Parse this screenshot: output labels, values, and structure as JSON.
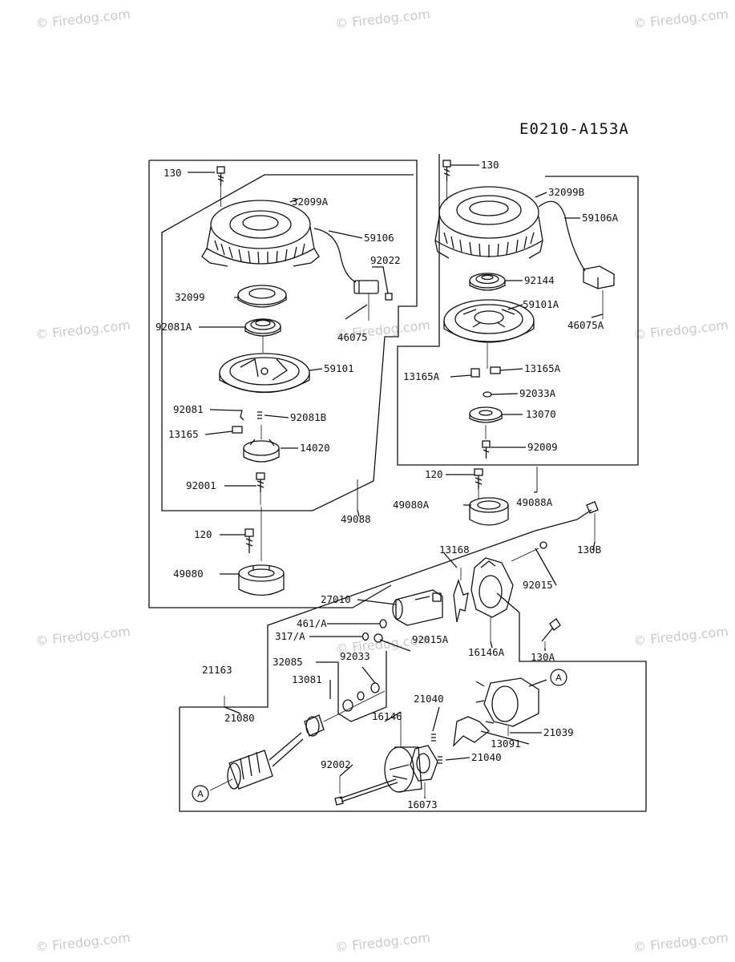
{
  "diagram": {
    "code": "E0210-A153A",
    "watermark": "© Firedog.com",
    "callout_marker": "A",
    "labels": {
      "l130": "130",
      "l32099A": "32099A",
      "l59106": "59106",
      "l92022": "92022",
      "l32099": "32099",
      "l46075": "46075",
      "l92081A": "92081A",
      "l59101": "59101",
      "l92081": "92081",
      "l92081B": "92081B",
      "l13165": "13165",
      "l14020": "14020",
      "l92001": "92001",
      "l49088": "49088",
      "l120": "120",
      "l49080": "49080",
      "r130": "130",
      "l32099B": "32099B",
      "l59106A": "59106A",
      "l92144": "92144",
      "l59101A": "59101A",
      "l46075A": "46075A",
      "l13165A_left": "13165A",
      "l13165A_right": "13165A",
      "l92033A": "92033A",
      "l13070": "13070",
      "l92009": "92009",
      "r120": "120",
      "l49080A": "49080A",
      "l49088A": "49088A",
      "l130B": "130B",
      "l13168": "13168",
      "l27010": "27010",
      "l92015": "92015",
      "l461A": "461/A",
      "l317A": "317/A",
      "l92015A": "92015A",
      "l16146A": "16146A",
      "l130A": "130A",
      "l21163": "21163",
      "l32085": "32085",
      "l92033": "92033",
      "l13081": "13081",
      "l21080": "21080",
      "l21040_top": "21040",
      "l16146": "16146",
      "l21039": "21039",
      "l13091": "13091",
      "l21040_bot": "21040",
      "l92002": "92002",
      "l16073": "16073"
    }
  }
}
